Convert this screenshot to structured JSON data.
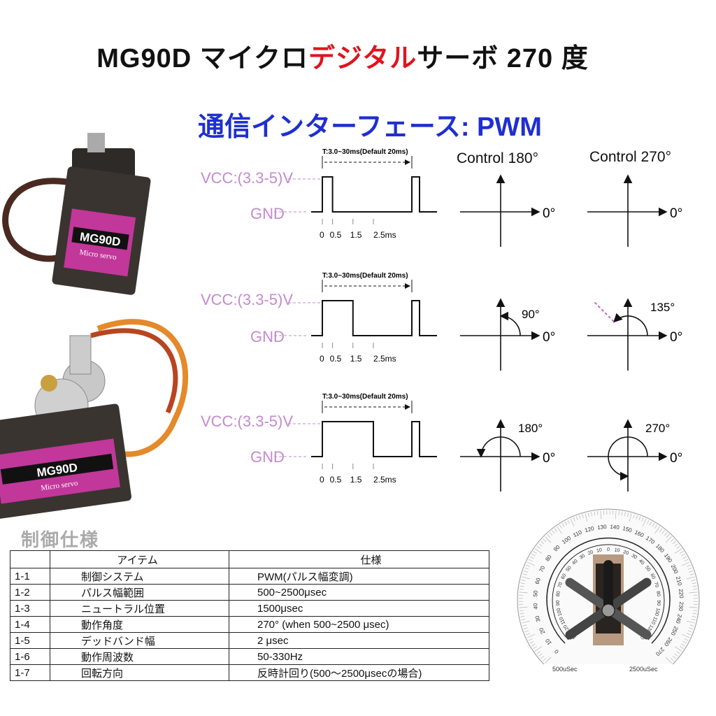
{
  "header": {
    "title_a": "MG90D マイクロ",
    "title_red": "デジタル",
    "title_b": "サーボ 270 度",
    "subtitle": "通信インターフェース: PWM"
  },
  "product": {
    "label": "MG90D",
    "sub_label": "Micro servo",
    "label_color": "#c2379a"
  },
  "timing": {
    "vcc_label": "VCC:(3.3-5)V",
    "gnd_label": "GND",
    "period_label": "T:3.0~30ms(Default 20ms)",
    "tick_labels": [
      "0",
      "0.5",
      "1.5",
      "2.5ms"
    ],
    "pulse_widths_ms": [
      0.5,
      1.5,
      2.5
    ],
    "label_color": "#c48ad0"
  },
  "control": {
    "col_180": "Control 180°",
    "col_270": "Control 270°",
    "zero_label": "0°",
    "rows": [
      {
        "c180": "",
        "c270": ""
      },
      {
        "c180": "90°",
        "c270": "135°"
      },
      {
        "c180": "180°",
        "c270": "270°"
      }
    ]
  },
  "spec": {
    "title": "制御仕様",
    "headers": [
      "",
      "アイテム",
      "仕様"
    ],
    "rows": [
      [
        "1-1",
        "制御システム",
        "PWM(パルス幅変調)"
      ],
      [
        "1-2",
        "パルス幅範囲",
        "500~2500μsec"
      ],
      [
        "1-3",
        "ニュートラル位置",
        "1500μsec"
      ],
      [
        "1-4",
        "動作角度",
        "270° (when 500~2500 μsec)"
      ],
      [
        "1-5",
        "デッドバンド幅",
        "2 μsec"
      ],
      [
        "1-6",
        "動作周波数",
        "50-330Hz"
      ],
      [
        "1-7",
        "回転方向",
        "反時計回り(500～2500μsecの場合)"
      ]
    ]
  },
  "protractor": {
    "outer_scale": {
      "min": 0,
      "max": 270,
      "step": 10
    },
    "inner_scale_left": [
      150,
      120,
      110,
      100,
      90,
      80,
      70,
      60,
      50,
      40,
      30,
      20,
      10,
      0
    ],
    "inner_scale_right": [
      10,
      20,
      30,
      40,
      50,
      60,
      70,
      80,
      90,
      100,
      110,
      120,
      150
    ],
    "left_label": "500uSec",
    "right_label": "2500uSec"
  }
}
